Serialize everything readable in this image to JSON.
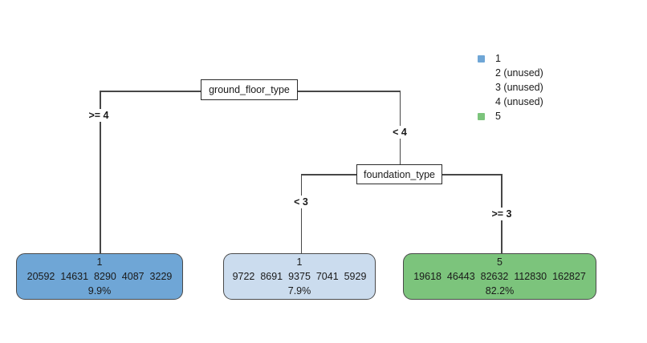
{
  "plot": {
    "type": "decision-tree",
    "root_split": {
      "variable": "ground_floor_type",
      "left_condition": ">= 4",
      "right_condition": "< 4"
    },
    "second_split": {
      "variable": "foundation_type",
      "left_condition": "< 3",
      "right_condition": ">= 3"
    },
    "leaves": [
      {
        "class": "1",
        "counts": [
          20592,
          14631,
          8290,
          4087,
          3229
        ],
        "counts_text": "20592  14631  8290  4087  3229",
        "percent": "9.9%",
        "fill": "#6FA6D6"
      },
      {
        "class": "1",
        "counts": [
          9722,
          8691,
          9375,
          7041,
          5929
        ],
        "counts_text": "9722  8691  9375  7041  5929",
        "percent": "7.9%",
        "fill": "#CBDCEE"
      },
      {
        "class": "5",
        "counts": [
          19618,
          46443,
          82632,
          112830,
          162827
        ],
        "counts_text": "19618  46443  82632  112830  162827",
        "percent": "82.2%",
        "fill": "#7CC47C"
      }
    ],
    "legend": {
      "items": [
        {
          "label": "1",
          "swatch": "#6FA6D6"
        },
        {
          "label": "2 (unused)",
          "swatch": ""
        },
        {
          "label": "3 (unused)",
          "swatch": ""
        },
        {
          "label": "4 (unused)",
          "swatch": ""
        },
        {
          "label": "5",
          "swatch": "#7CC47C"
        }
      ]
    },
    "colors": {
      "line": "#474747",
      "node_fill": "#ffffff",
      "node_border": "#2b2b2b"
    }
  }
}
